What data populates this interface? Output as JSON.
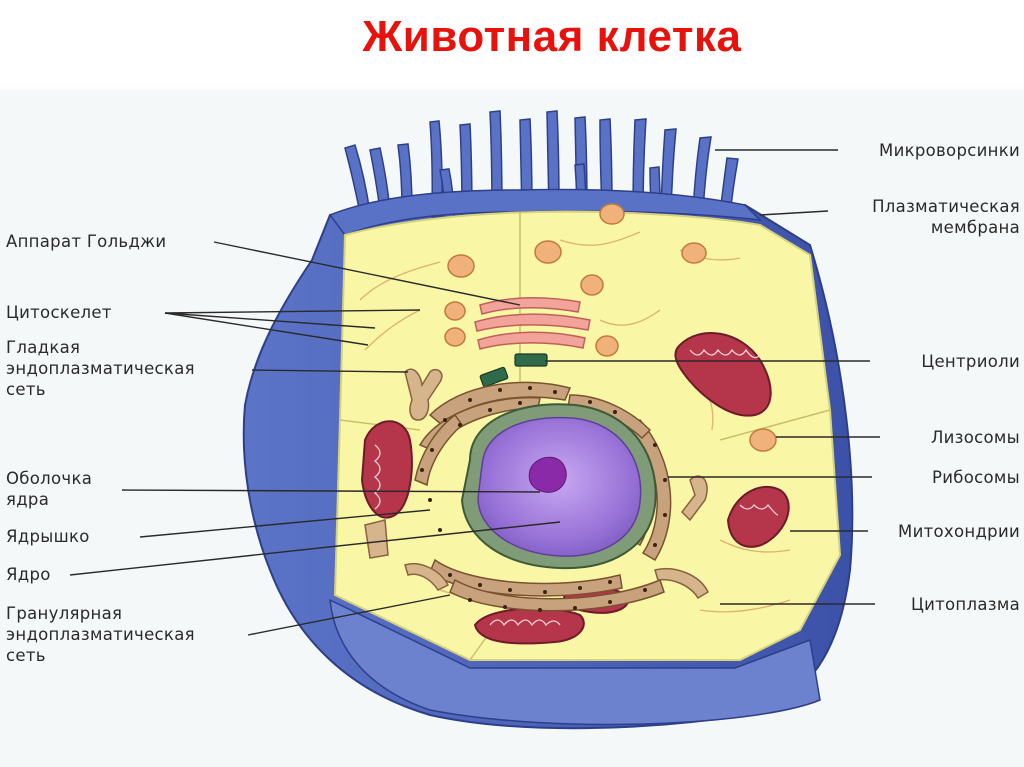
{
  "title": "Животная клетка",
  "labels_left": {
    "golgi": "Аппарат Гольджи",
    "cytoskeleton": "Цитоскелет",
    "smooth_er": "Гладкая\nэндоплазматическая\nсеть",
    "nuclear_envelope": "Оболочка\nядра",
    "nucleolus": "Ядрышко",
    "nucleus": "Ядро",
    "rough_er": "Гранулярная\nэндоплазматическая\nсеть"
  },
  "labels_right": {
    "microvilli": "Микроворсинки",
    "plasma_membrane": "Плазматическая\nмембрана",
    "centrioles": "Центриоли",
    "lysosomes": "Лизосомы",
    "ribosomes": "Рибосомы",
    "mitochondria": "Митохондрии",
    "cytoplasm": "Цитоплазма"
  },
  "colors": {
    "title": "#e8120c",
    "membrane": "#4d63b5",
    "cytoplasm": "#f9f6a6",
    "nucleus": "#9a78d6",
    "mitochondria": "#b5354a",
    "er": "#c7a27c"
  }
}
